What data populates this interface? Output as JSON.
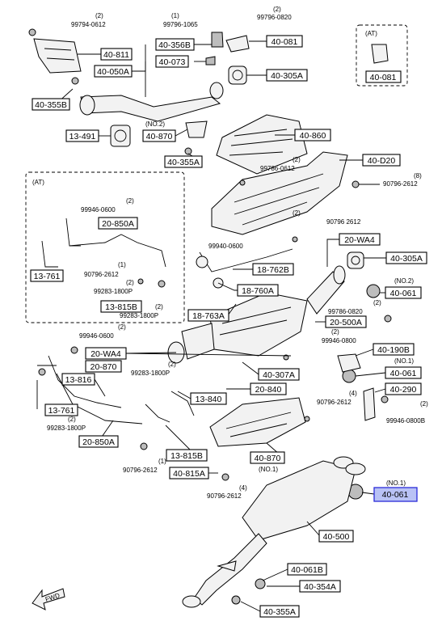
{
  "labels": {
    "l40_811": "40-811",
    "l40_050a": "40-050A",
    "l40_355b": "40-355B",
    "l40_356b": "40-356B",
    "l40_073": "40-073",
    "l40_081": "40-081",
    "l40_081_at": "40-081",
    "l40_305a_top": "40-305A",
    "l13_491": "13-491",
    "l40_870_top": "40-870",
    "l40_355a_top": "40-355A",
    "l40_860": "40-860",
    "l40_d20": "40-D20",
    "l20_850a_top": "20-850A",
    "l13_761_top": "13-761",
    "l13_815b_top": "13-815B",
    "l18_762b": "18-762B",
    "l18_760a": "18-760A",
    "l18_763a": "18-763A",
    "l20_wa4_right": "20-WA4",
    "l40_305a_right": "40-305A",
    "l40_061_no2": "40-061",
    "l20_500a": "20-500A",
    "l40_190b": "40-190B",
    "l40_061_no1a": "40-061",
    "l40_290": "40-290",
    "l20_wa4_left": "20-WA4",
    "l20_870": "20-870",
    "l13_816": "13-816",
    "l13_761_bottom": "13-761",
    "l20_850a_bottom": "20-850A",
    "l13_815b_bottom": "13-815B",
    "l40_307a": "40-307A",
    "l20_840": "20-840",
    "l13_840": "13-840",
    "l40_870_bottom": "40-870",
    "l40_815a": "40-815A",
    "l40_061_hl": "40-061",
    "l40_500": "40-500",
    "l40_061b": "40-061B",
    "l40_354a": "40-354A",
    "l40_355a_bottom": "40-355A"
  },
  "small_text": {
    "s99794_0612": "99794-0612",
    "s99796_1065": "99796-1065",
    "s99796_0820": "99796-0820",
    "s_no2_a": "(NO.2)",
    "s99786_0612": "99786-0612",
    "s90796_2612_a": "90796-2612",
    "s99946_0600_a": "99946-0600",
    "s90796_2612_b": "90796-2612",
    "s90796_2612_c": "90796 2612",
    "s99940_0600": "99940-0600",
    "s99283_1800p_a": "99283-1800P",
    "s99283_1800p_b": "99283-1800P",
    "s99786_0820": "99786-0820",
    "s_no2_b": "(NO.2)",
    "s99946_0800": "99946-0800",
    "s99946_0600_b": "99946-0600",
    "s99283_1800p_c": "99283-1800P",
    "s99283_1800p_d": "99283-1800P",
    "s_no1_a": "(NO.1)",
    "s90796_2612_d": "90796-2612",
    "s99946_0800b": "99946-0800B",
    "s_no1_b": "(NO.1)",
    "s90796_2612_e": "90796-2612",
    "s90796_2612_f": "90796-2612",
    "s_no1_c": "(NO.1)",
    "at_a": "(AT)",
    "at_b": "(AT)",
    "q1": "(1)",
    "q2": "(2)",
    "q4": "(4)",
    "q8": "(8)"
  },
  "icons": {
    "fwd": "FWD"
  },
  "colors": {
    "highlight_fill": "#b9c2f5",
    "highlight_stroke": "#2b2bd9"
  }
}
